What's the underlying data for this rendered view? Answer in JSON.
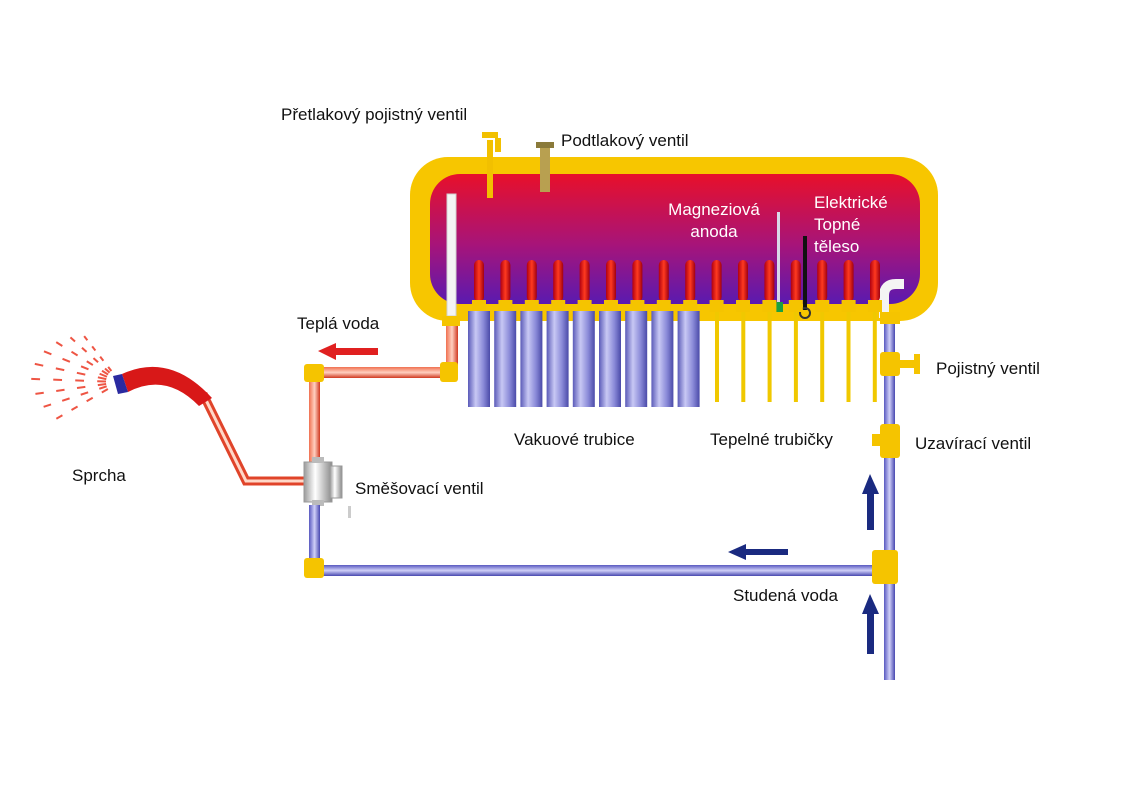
{
  "labels": {
    "pressure_relief_valve": "Přetlakový pojistný ventil",
    "vacuum_valve": "Podtlakový ventil",
    "magnesium_anode_line1": "Magneziová",
    "magnesium_anode_line2": "anoda",
    "electric_heater_line1": "Elektrické",
    "electric_heater_line2": "Topné",
    "electric_heater_line3": "těleso",
    "hot_water": "Teplá voda",
    "safety_valve": "Pojistný ventil",
    "shutoff_valve": "Uzavírací ventil",
    "vacuum_tubes": "Vakuové trubice",
    "heat_pipes": "Tepelné trubičky",
    "shower": "Sprcha",
    "mixing_valve": "Směšovací ventil",
    "cold_water": "Studená voda"
  },
  "colors": {
    "tank_frame": "#f7c600",
    "tank_hot": "#e8102a",
    "tank_cold": "#6a1aa8",
    "hot_pipe": "#e0442a",
    "cold_pipe": "#6060c8",
    "fitting": "#f5c400",
    "arrow_hot": "#e02020",
    "arrow_cold": "#1a2a80",
    "tube_glass": "#8c8cd8",
    "heat_pipe": "#f0c800"
  },
  "diagram": {
    "vacuum_tube_count": 9,
    "heat_pipe_count": 7,
    "heat_tip_count": 16
  }
}
